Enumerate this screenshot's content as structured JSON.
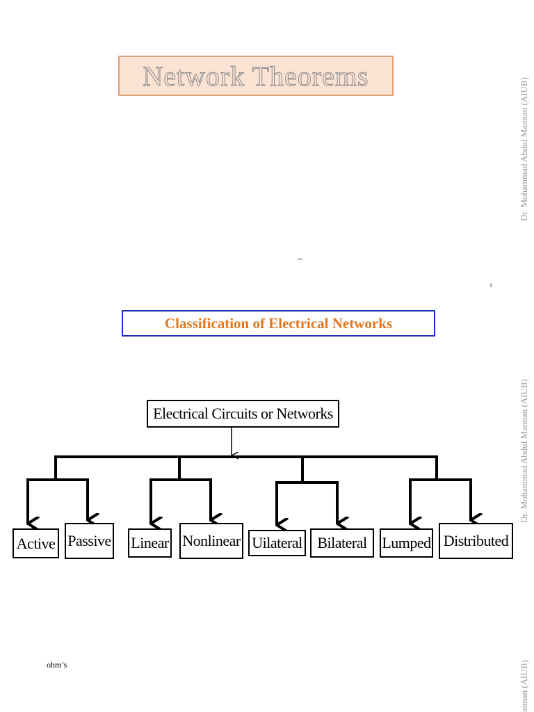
{
  "slide1": {
    "title": "Network Theorems",
    "dash": "–",
    "slide_number": "1"
  },
  "watermarks": [
    "Dr. Mohammad Abdul Mannan (AIUB)",
    "Dr. Mohammad Abdul Mannan (AIUB)",
    "annan (AIUB)"
  ],
  "slide2": {
    "section_title": "Classification of Electrical Networks",
    "tree": {
      "root": "Electrical Circuits or Networks",
      "leaves": [
        "Active",
        "Passive",
        "Linear",
        "Nonlinear",
        "Uilateral",
        "Bilateral",
        "Lumped",
        "Distributed"
      ]
    }
  },
  "slide3": {
    "fragment": "ohm’s"
  },
  "colors": {
    "title_fill": "#fbe3d4",
    "title_border": "#e0a07a",
    "section_border": "#1f2db8",
    "section_text": "#e0761e",
    "watermark": "#9a9a9a"
  }
}
